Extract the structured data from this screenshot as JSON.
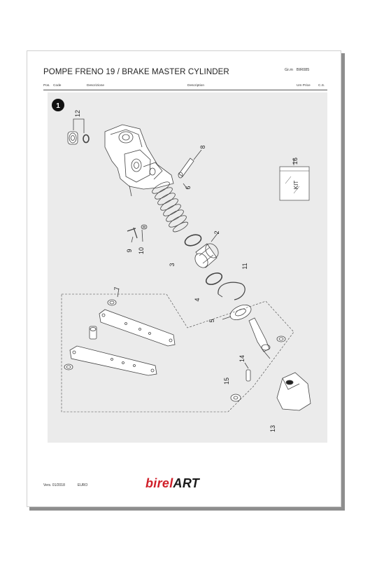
{
  "header": {
    "title": "POMPE FRENO 19 / BRAKE MASTER CYLINDER",
    "grm_label": "Gr.m",
    "grm_code": "BIR085"
  },
  "columns": {
    "pos": "Pos.",
    "code": "Code",
    "descrizione": "Descrizione",
    "description": "Description",
    "um_price": "Um Price",
    "cs": "C.S."
  },
  "diagram": {
    "marker": "1",
    "labels": [
      "12",
      "8",
      "6",
      "2",
      "9",
      "10",
      "3",
      "11",
      "7",
      "4",
      "5",
      "14",
      "15",
      "13",
      "16"
    ],
    "kit_label": "KIT"
  },
  "footer": {
    "version": "Vers.  01/2018",
    "currency": "EURO",
    "logo_part1": "birel",
    "logo_part2": "ART"
  },
  "colors": {
    "logo_red": "#d0202a",
    "logo_dark": "#1a1a1a",
    "drawing_bg": "#ebebeb"
  }
}
